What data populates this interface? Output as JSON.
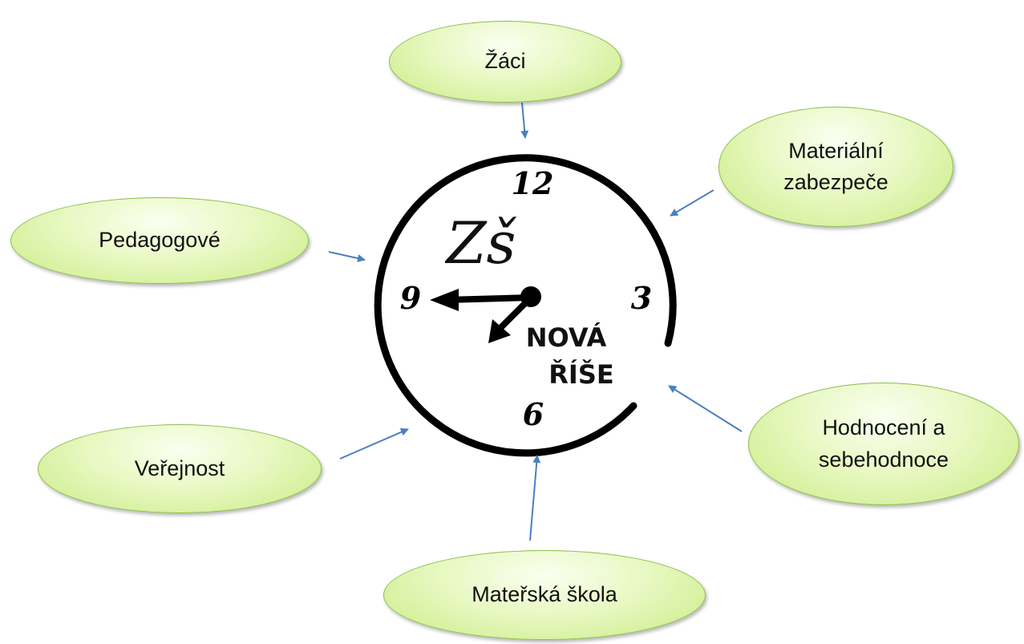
{
  "nodes": {
    "zaci": "Žáci",
    "materialni": "Materiální\nzabezpeče",
    "pedagogove": "Pedagogové",
    "hodnoceni": "Hodnocení a\nsebehodnoce",
    "verejnost": "Veřejnost",
    "materska": "Mateřská škola"
  },
  "logo": {
    "numeral_12": "12",
    "numeral_3": "3",
    "numeral_6": "6",
    "numeral_9": "9",
    "monogram": "Zš",
    "line1": "NOVÁ",
    "line2": "ŘÍŠE"
  },
  "colors": {
    "node_fill": "#d6f19a",
    "node_border": "#8bbf4a",
    "arrow": "#4a7fc1",
    "clock": "#000000"
  }
}
